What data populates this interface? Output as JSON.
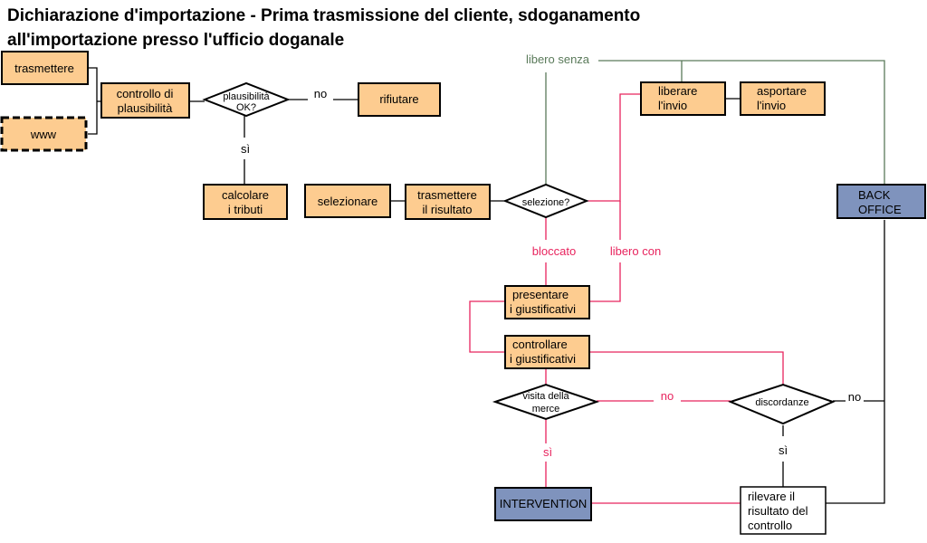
{
  "title": {
    "line1": "Dichiarazione d'importazione - Prima trasmissione del cliente, sdoganamento",
    "line2": "all'importazione presso l'ufficio doganale"
  },
  "boxes": {
    "trasmettere": "trasmettere",
    "www": "www",
    "controllo": [
      "controllo di",
      "plausibilità"
    ],
    "rifiutare": "rifiutare",
    "calcolare": [
      "calcolare",
      "i tributi"
    ],
    "selezionare": "selezionare",
    "trasmettere_risultato": [
      "trasmettere",
      "il risultato"
    ],
    "liberare": [
      "liberare",
      "l'invio"
    ],
    "asportare": [
      "asportare",
      "l'invio"
    ],
    "back_office": [
      "BACK",
      "OFFICE"
    ],
    "presentare": [
      "presentare",
      "i giustificativi"
    ],
    "controllare": [
      "controllare",
      "i giustificativi"
    ],
    "intervention": "INTERVENTION",
    "rilevare": [
      "rilevare il",
      "risultato del",
      "controllo"
    ]
  },
  "decisions": {
    "plausibilita": [
      "plausibilità",
      "OK?"
    ],
    "selezione": "selezione?",
    "visita": [
      "visita della",
      "merce"
    ],
    "discordanze": "discordanze"
  },
  "labels": {
    "no1": "no",
    "si1": "sì",
    "libero_senza": "libero senza",
    "bloccato": "bloccato",
    "libero_con": "libero con",
    "no2": "no",
    "si2": "sì",
    "no3": "no",
    "si3": "sì"
  },
  "colors": {
    "box_fill": "#fdcc90",
    "box_blue": "#7f93bd",
    "line_red": "#e8245e",
    "line_green": "#5a7a5a"
  }
}
